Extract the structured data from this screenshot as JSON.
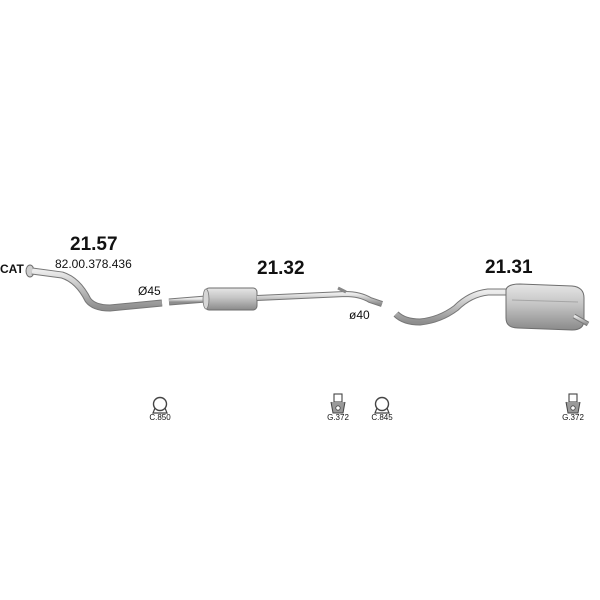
{
  "parts": [
    {
      "number": "21.57",
      "oem": "82.00.378.436"
    },
    {
      "number": "21.32"
    },
    {
      "number": "21.31"
    }
  ],
  "labels": {
    "cat": "CAT",
    "diameter_45": "Ø45",
    "diameter_40": "ø40"
  },
  "fittings": [
    {
      "code": "C.850",
      "icon": "clamp-icon"
    },
    {
      "code": "G.372",
      "icon": "mount-bracket-icon"
    },
    {
      "code": "C.845",
      "icon": "clamp-icon"
    },
    {
      "code": "G.372",
      "icon": "mount-bracket-icon"
    }
  ],
  "colors": {
    "metal_light": "#d8d8d8",
    "metal_dark": "#9a9a9a",
    "outline": "#6e6e6e"
  }
}
